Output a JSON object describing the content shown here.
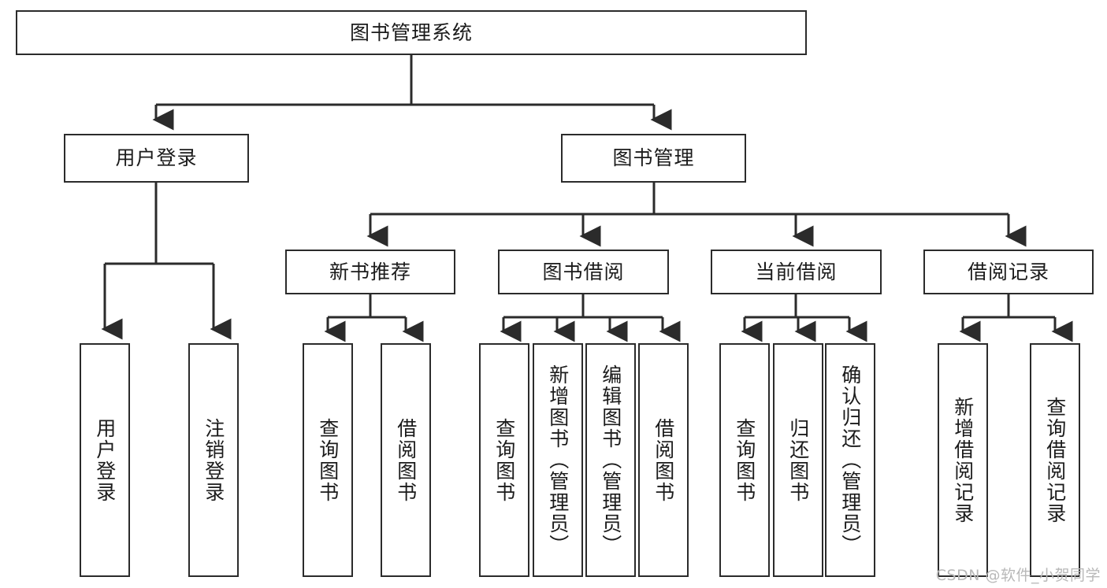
{
  "diagram": {
    "title_node": {
      "label": "图书管理系统"
    },
    "level2": [
      {
        "id": "user-login",
        "label": "用户登录"
      },
      {
        "id": "book-management",
        "label": "图书管理"
      }
    ],
    "level3": [
      {
        "id": "new-book-recommend",
        "label": "新书推荐"
      },
      {
        "id": "book-borrow",
        "label": "图书借阅"
      },
      {
        "id": "current-borrow",
        "label": "当前借阅"
      },
      {
        "id": "borrow-record",
        "label": "借阅记录"
      }
    ],
    "leaves": {
      "user_login": [
        {
          "id": "leaf-user-login",
          "label": "用户登录"
        },
        {
          "id": "leaf-logout-login",
          "label": "注销登录"
        }
      ],
      "new_book_recommend": [
        {
          "id": "leaf-query-book-1",
          "label": "查询图书"
        },
        {
          "id": "leaf-borrow-book-1",
          "label": "借阅图书"
        }
      ],
      "book_borrow": [
        {
          "id": "leaf-query-book-2",
          "label": "查询图书"
        },
        {
          "id": "leaf-add-book",
          "label": "新增图书（管理员）"
        },
        {
          "id": "leaf-edit-book",
          "label": "编辑图书（管理员）"
        },
        {
          "id": "leaf-borrow-book-2",
          "label": "借阅图书"
        }
      ],
      "current_borrow": [
        {
          "id": "leaf-query-book-3",
          "label": "查询图书"
        },
        {
          "id": "leaf-return-book",
          "label": "归还图书"
        },
        {
          "id": "leaf-confirm-return",
          "label": "确认归还（管理员）"
        }
      ],
      "borrow_record": [
        {
          "id": "leaf-add-record",
          "label": "新增借阅记录"
        },
        {
          "id": "leaf-query-record",
          "label": "查询借阅记录"
        }
      ]
    }
  },
  "watermark": {
    "text": "CSDN @软件_小贺同学"
  },
  "colors": {
    "stroke": "#2b2b2b",
    "background": "#ffffff",
    "text": "#1b1b1b",
    "watermark": "#b8b8b8"
  }
}
